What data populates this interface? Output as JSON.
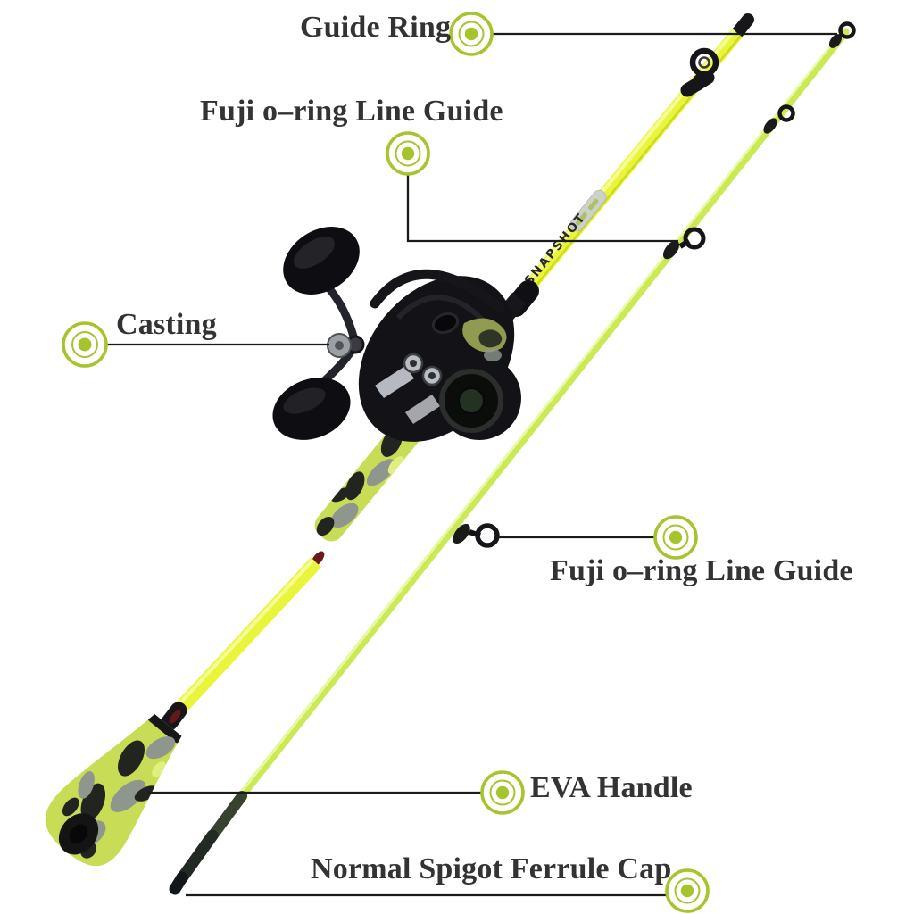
{
  "page": {
    "background": "#ffffff"
  },
  "annotations": {
    "guide_ring": {
      "label": "Guide Ring"
    },
    "fuji_line_guide_top": {
      "label": "Fuji o–ring Line Guide"
    },
    "casting": {
      "label": "Casting"
    },
    "fuji_line_guide_bottom": {
      "label": "Fuji o–ring Line Guide"
    },
    "eva_handle": {
      "label": "EVA Handle"
    },
    "spigot_ferrule_cap": {
      "label": "Normal Spigot Ferrule Cap"
    }
  },
  "product": {
    "rod_brand_text": "SNAPSHOT",
    "colors": {
      "accent_green": "#a5c52c",
      "label_text": "#333333",
      "leader_line": "#1b1b1b",
      "rod_butt_section": "#e9f53a",
      "rod_tip_section": "#cbe954",
      "reel_black": "#121217",
      "camo_base": "#c8dd55",
      "camo_gray": "#8f968d",
      "camo_black": "#22251f"
    }
  }
}
